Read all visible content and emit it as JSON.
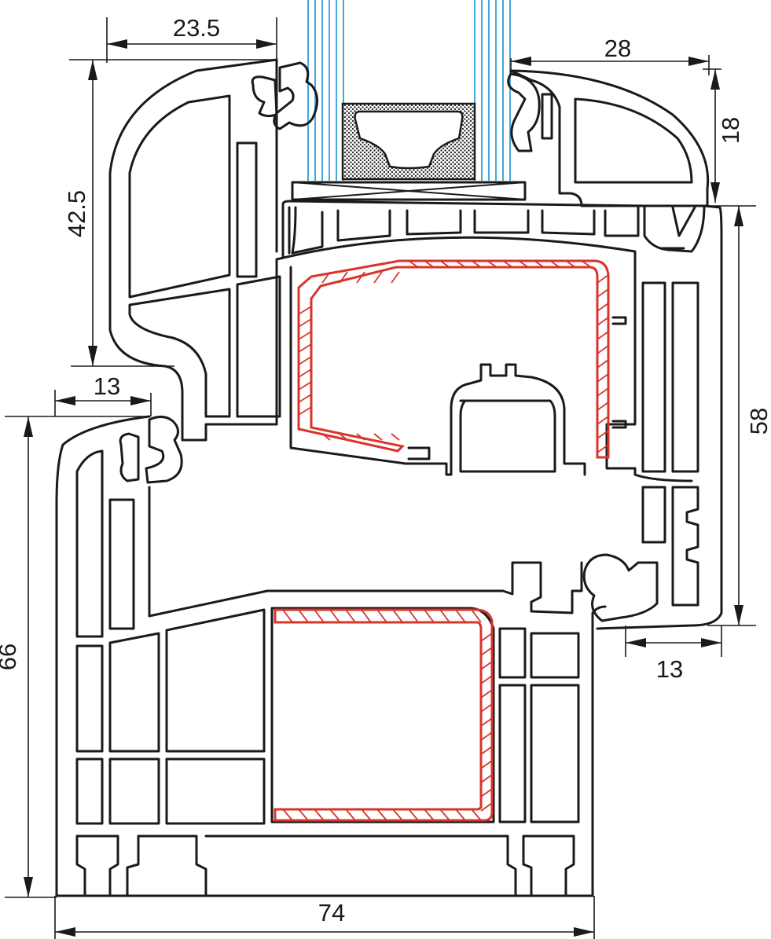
{
  "dimensions": [
    {
      "id": "top-sash-width",
      "label": "23.5"
    },
    {
      "id": "bead-width",
      "label": "28"
    },
    {
      "id": "bead-height",
      "label": "18"
    },
    {
      "id": "sash-height",
      "label": "42.5"
    },
    {
      "id": "right-height",
      "label": "58"
    },
    {
      "id": "frame-offset-left",
      "label": "13"
    },
    {
      "id": "frame-height",
      "label": "66"
    },
    {
      "id": "right-offset",
      "label": "13"
    },
    {
      "id": "frame-depth",
      "label": "74"
    }
  ],
  "colors": {
    "line": "#1a1a1a",
    "steel": "#d9342b",
    "glass": "#2f9fd8",
    "spacer_fill": "#2a2a2a",
    "background": "#ffffff"
  },
  "glass": {
    "left_pane_lines": 6,
    "right_pane_lines": 6
  }
}
